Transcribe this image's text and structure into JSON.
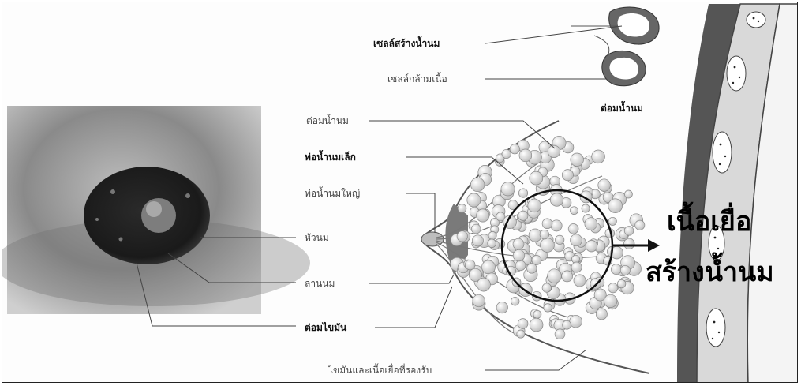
{
  "labels": {
    "milk_producing_cells": "เซลล์สร้างน้ำนม",
    "muscle_cells": "เซลล์กล้ามเนื้อ",
    "alveoli_caption": "ต่อมน้ำนม",
    "alveoli_left": "ต่อมน้ำนม",
    "small_ducts": "ท่อน้ำนมเล็ก",
    "large_ducts": "ท่อน้ำนมใหญ่",
    "nipple": "หัวนม",
    "areola": "ลานนม",
    "sebaceous_glands": "ต่อมไขมัน",
    "fat_support_tissue": "ไขมันและเนื้อเยื่อที่รองรับ"
  },
  "highlight": {
    "line1": "เนื้อเยื่อ",
    "line2": "สร้างน้ำนม"
  },
  "colors": {
    "tissue_fill": "#e6e6e6",
    "outline": "#333333",
    "dark_tissue": "#555555"
  }
}
